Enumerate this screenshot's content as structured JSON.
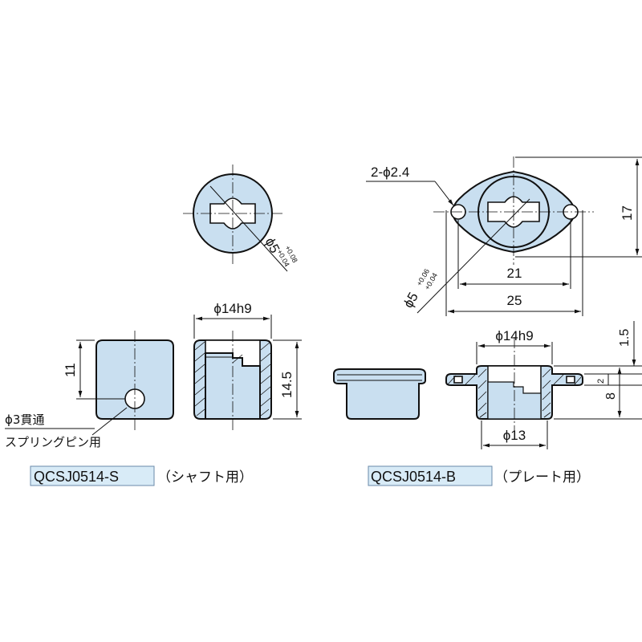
{
  "colors": {
    "part_fill": "#c9dff0",
    "tag_fill": "#d8ebf7",
    "line": "#111111"
  },
  "shaft_top": {
    "dim_bore": "ϕ5",
    "tol_upper": "+0.08",
    "tol_lower": "+0.04"
  },
  "shaft_side": {
    "dim_diameter": "ϕ14h9",
    "dim_height_left": "11",
    "dim_height_right": "14.5",
    "note_hole": "ϕ3貫通",
    "note_pin": "スプリングピン用"
  },
  "plate_top": {
    "note_holes": "2-ϕ2.4",
    "dim_bore": "ϕ5",
    "tol_upper": "+0.06",
    "tol_lower": "+0.04",
    "dim_pitch": "21",
    "dim_width": "25",
    "dim_height": "17"
  },
  "plate_side": {
    "dim_diameter": "ϕ14h9",
    "dim_bottom_diameter": "ϕ13",
    "dim_flange": "1.5",
    "dim_thickness": "2",
    "dim_height": "8"
  },
  "labels": {
    "shaft_model": "QCSJ0514-S",
    "shaft_use": "（シャフト用）",
    "plate_model": "QCSJ0514-B",
    "plate_use": "（プレート用）"
  }
}
